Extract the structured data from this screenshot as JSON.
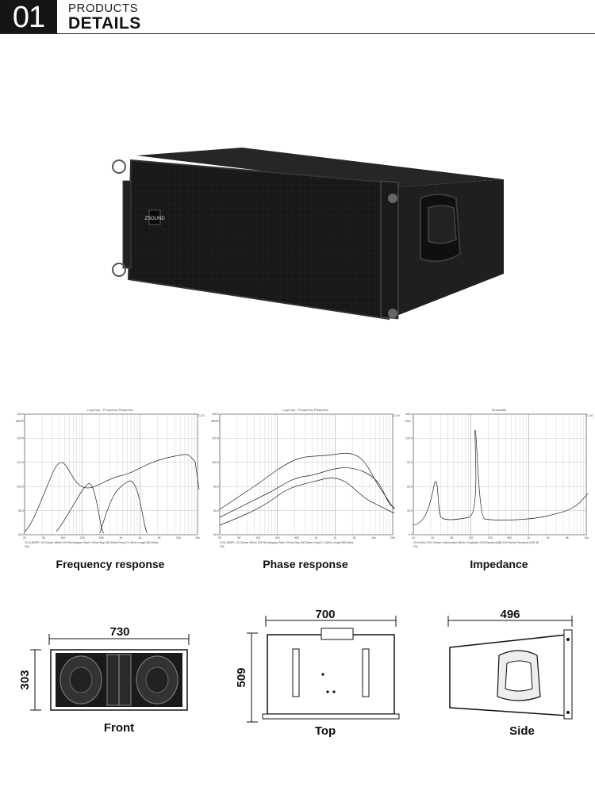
{
  "header": {
    "number": "01",
    "line1": "PRODUCTS",
    "line2": "DETAILS"
  },
  "product": {
    "badge_text": "ZSOUND",
    "colors": {
      "cabinet": "#1b1b1b",
      "grille": "#0e0e0e"
    }
  },
  "graphs": [
    {
      "caption": "Frequency response",
      "title": "LogChirp - Frequency Response",
      "corner": "CLIO",
      "y_unit": "dBSPL",
      "y_ticks": [
        "130.0",
        "120.0",
        "110.0",
        "100.0",
        "90.0",
        "80.0"
      ],
      "x_ticks": [
        "20",
        "50",
        "100",
        "200",
        "500",
        "1k",
        "2k",
        "5k",
        "10k",
        "20k"
      ],
      "footer": "CH A  dBSPL  1/3 Octave  48kHz  32K  Rectangular  Start 0.00ms  Stop 682.65ms  FreqLO 1.46Hz  Length 682.65ms",
      "file": "File:"
    },
    {
      "caption": "Phase response",
      "title": "LogChirp - Frequency Response",
      "corner": "CLIO",
      "y_unit": "dBSPL",
      "y_ticks": [
        "140.0",
        "120.0",
        "100.0",
        "80.0",
        "60.0",
        "40.0"
      ],
      "x_ticks": [
        "20",
        "50",
        "100",
        "200",
        "500",
        "1k",
        "2k",
        "5k",
        "10k",
        "20k"
      ],
      "footer": "CH A  dBSPL  1/3 Octave  48kHz  32K  Rectangular  Start 0.00ms  Stop 682.65ms  FreqLO 1.46Hz  Length 682.65ms",
      "file": "File:"
    },
    {
      "caption": "Impedance",
      "title": "Sinusoidal",
      "corner": "CLIO",
      "y_unit": "Ohm",
      "y_ticks": [
        "150.0",
        "120.0",
        "90.0",
        "60.0",
        "30.0",
        "0.0"
      ],
      "x_ticks": [
        "10",
        "20",
        "50",
        "100",
        "200",
        "500",
        "1k",
        "2k",
        "5k",
        "10k"
      ],
      "footer": "CH A  Ohm  1/24 Octave  Unsmoothed  48kHz  Freq[ms] 0.000  Distortion[dB] 0.00  Sweep Time[ms] 1048.38",
      "file": "File:"
    }
  ],
  "dimensions": {
    "front": {
      "caption": "Front",
      "width": "730",
      "height": "303"
    },
    "top": {
      "caption": "Top",
      "width": "700",
      "depth": "509"
    },
    "side": {
      "caption": "Side",
      "depth": "496"
    }
  }
}
